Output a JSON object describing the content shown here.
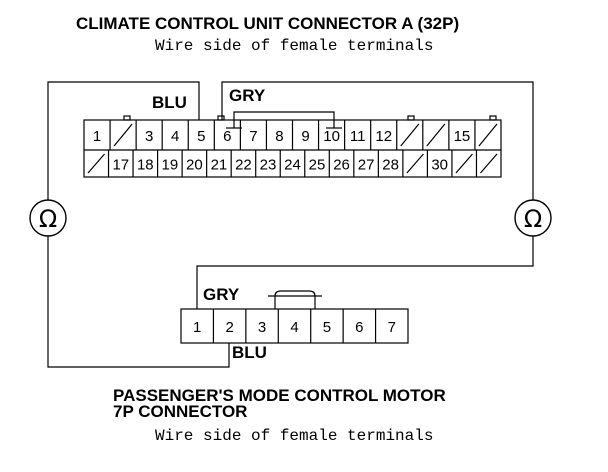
{
  "connector_a": {
    "title": "CLIMATE CONTROL UNIT CONNECTOR A (32P)",
    "subtitle": "Wire side of female terminals",
    "row1": [
      "1",
      "",
      "3",
      "4",
      "5",
      "6",
      "7",
      "8",
      "9",
      "10",
      "11",
      "12",
      "",
      "",
      "15",
      ""
    ],
    "row2": [
      "",
      "17",
      "18",
      "19",
      "20",
      "21",
      "22",
      "23",
      "24",
      "25",
      "26",
      "27",
      "28",
      "",
      "30",
      "",
      ""
    ],
    "wire_left": {
      "color_code": "BLU",
      "terminal": "5"
    },
    "wire_right": {
      "color_code": "GRY",
      "terminal": "6"
    }
  },
  "connector_b": {
    "title_line1": "PASSENGER'S MODE CONTROL MOTOR",
    "title_line2": "7P CONNECTOR",
    "subtitle": "Wire side of female terminals",
    "terminals": [
      "1",
      "2",
      "3",
      "4",
      "5",
      "6",
      "7"
    ],
    "wire_top": {
      "color_code": "GRY",
      "terminal": "1"
    },
    "wire_bottom": {
      "color_code": "BLU",
      "terminal": "2"
    }
  },
  "meters": {
    "left_symbol": "Ω",
    "right_symbol": "Ω"
  },
  "colors": {
    "ink": "#000000",
    "paper": "#ffffff"
  }
}
